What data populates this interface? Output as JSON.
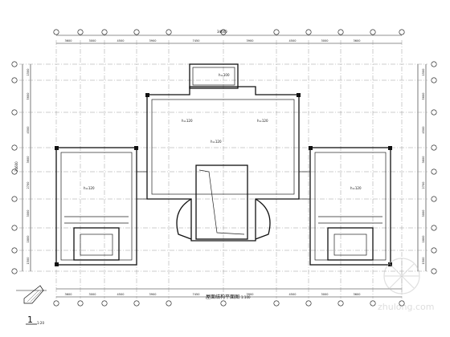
{
  "drawing": {
    "plan_title": "屋面结构平面图",
    "plan_scale": "1:100",
    "detail_index": "1",
    "detail_scale": "1:20",
    "overall_dim_top": "34600",
    "overall_dim_left": "24600",
    "slab_note": "h=120",
    "watermark_text": "zhulong.com"
  },
  "top_dims": [
    "3600",
    "3000",
    "4500",
    "3900",
    "7450",
    "3900",
    "4500",
    "3000",
    "3600"
  ],
  "bottom_dims": [
    "3600",
    "3000",
    "4500",
    "3900",
    "7450",
    "3900",
    "4500",
    "3000",
    "3600"
  ],
  "left_dims": [
    "1500",
    "5600",
    "4500",
    "3600",
    "2700",
    "3000",
    "1800",
    "1500"
  ],
  "right_dims": [
    "1500",
    "5600",
    "4500",
    "3600",
    "2700",
    "3000",
    "1800",
    "1500"
  ],
  "room_labels": [
    "h=120",
    "h=120",
    "h=120",
    "h=100",
    "h=120",
    "h=120"
  ]
}
